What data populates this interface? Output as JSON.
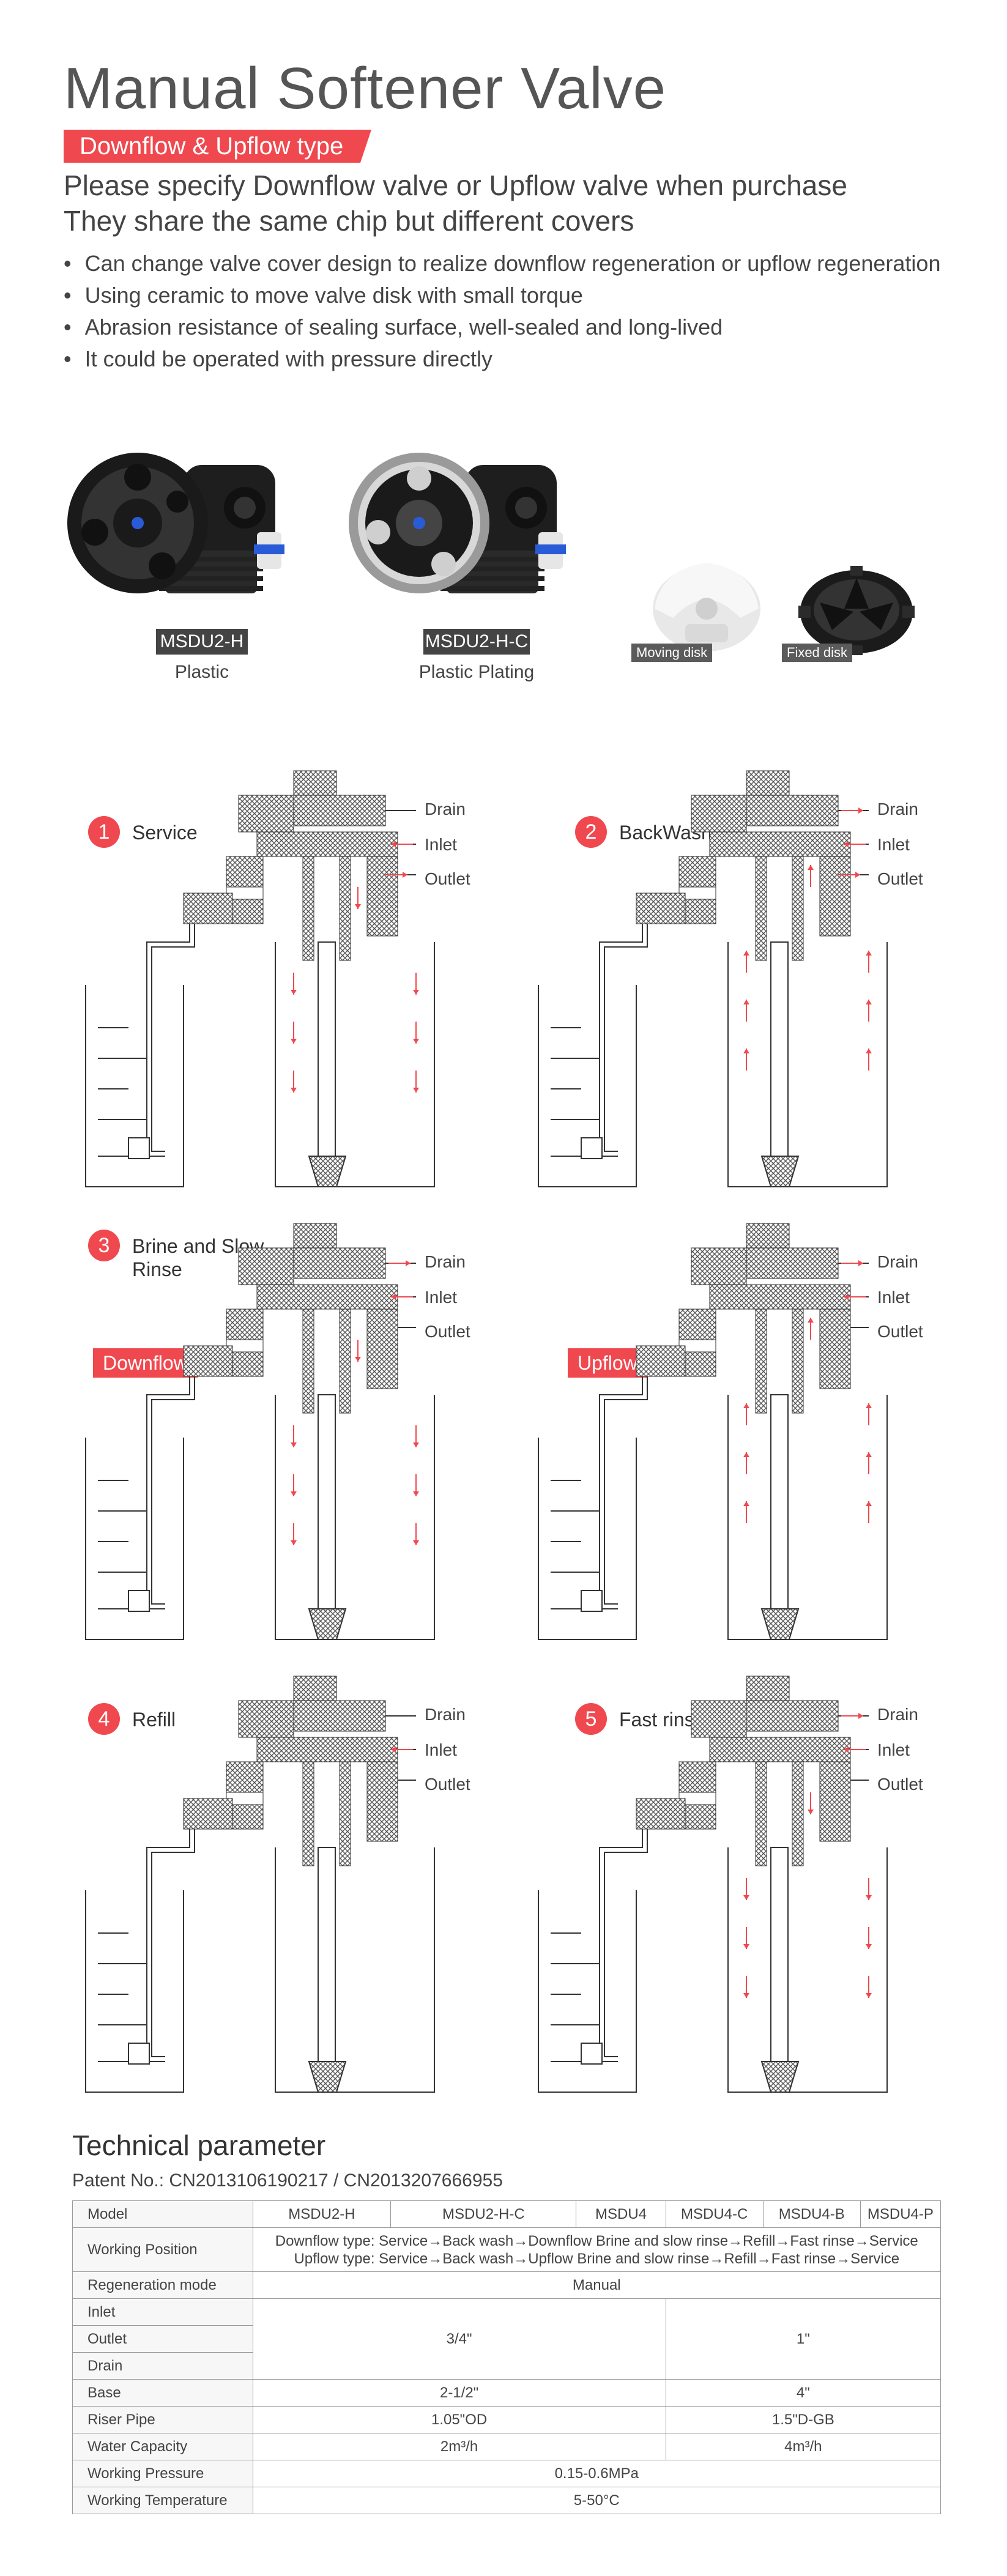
{
  "header": {
    "title": "Manual Softener Valve",
    "tag": "Downflow & Upflow type",
    "subtitle_1": "Please specify Downflow valve or Upflow valve when purchase",
    "subtitle_2": "They share the same chip but different covers"
  },
  "features": [
    "Can change valve cover design to realize downflow regeneration or upflow regeneration",
    "Using ceramic to move valve disk with small torque",
    "Abrasion resistance of sealing surface, well-sealed and long-lived",
    "It could be operated with pressure directly"
  ],
  "products": [
    {
      "model": "MSDU2-H",
      "material": "Plastic"
    },
    {
      "model": "MSDU2-H-C",
      "material": "Plastic Plating"
    }
  ],
  "disks": {
    "moving": "Moving disk",
    "fixed": "Fixed disk"
  },
  "ports": {
    "drain": "Drain",
    "inlet": "Inlet",
    "outlet": "Outlet"
  },
  "steps": [
    {
      "number": "1",
      "label": "Service"
    },
    {
      "number": "2",
      "label": "BackWash"
    },
    {
      "number": "3",
      "label": "Brine and Slow Rinse"
    },
    {
      "number": "4",
      "label": "Refill"
    },
    {
      "number": "5",
      "label": "Fast rinse"
    }
  ],
  "modes": {
    "downflow": "Downflow",
    "upflow": "Upflow"
  },
  "technical": {
    "title": "Technical parameter",
    "patent": "Patent No.: CN2013106190217 / CN2013207666955",
    "models_header": "Model",
    "models": [
      "MSDU2-H",
      "MSDU2-H-C",
      "MSDU4",
      "MSDU4-C",
      "MSDU4-B",
      "MSDU4-P"
    ],
    "rows": {
      "working_position": {
        "label": "Working Position",
        "downflow": "Downflow type: Service→Back wash→Downflow Brine and slow rinse→Refill→Fast rinse→Service",
        "upflow": "Upflow type: Service→Back wash→Upflow Brine and slow rinse→Refill→Fast rinse→Service"
      },
      "regeneration": {
        "label": "Regeneration mode",
        "value": "Manual"
      },
      "inlet": {
        "label": "Inlet"
      },
      "outlet": {
        "label": "Outlet",
        "msdu2": "3/4\"",
        "msdu4": "1\""
      },
      "drain": {
        "label": "Drain"
      },
      "base": {
        "label": "Base",
        "msdu2": "2-1/2\"",
        "msdu4": "4\""
      },
      "riser": {
        "label": "Riser Pipe",
        "msdu2": "1.05\"OD",
        "msdu4": "1.5\"D-GB"
      },
      "capacity": {
        "label": "Water Capacity",
        "msdu2": "2m³/h",
        "msdu4": "4m³/h"
      },
      "pressure": {
        "label": "Working Pressure",
        "value": "0.15-0.6MPa"
      },
      "temperature": {
        "label": "Working Temperature",
        "value": "5-50°C"
      }
    }
  },
  "colors": {
    "accent": "#f0484f",
    "text": "#333333",
    "label_bg": "#444444"
  }
}
